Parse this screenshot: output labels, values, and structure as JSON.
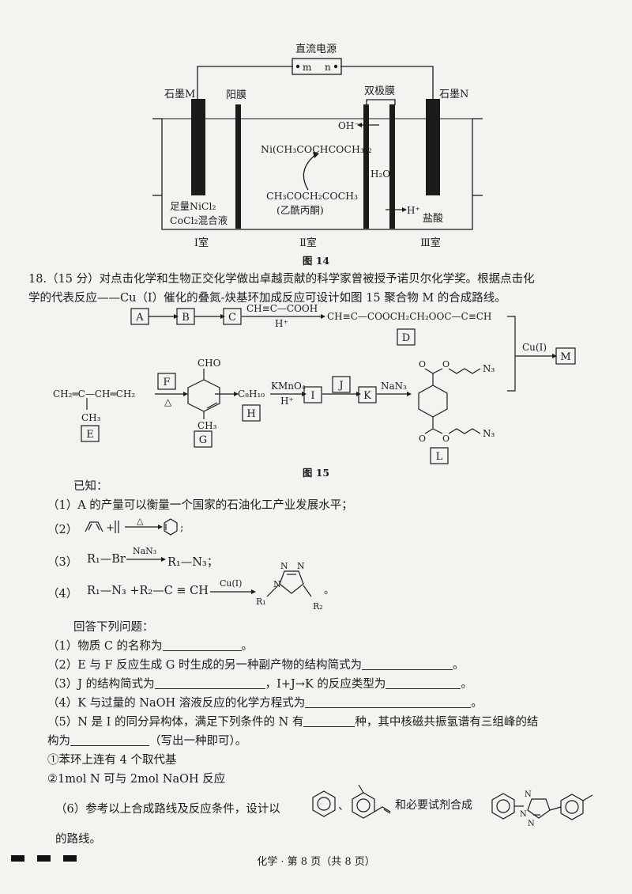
{
  "fig14": {
    "power_label": "直流电源",
    "terminal_m": "m",
    "terminal_n": "n",
    "electrode_m": "石墨M",
    "electrode_n": "石墨N",
    "anion_membrane": "阳膜",
    "bipolar_membrane": "双极膜",
    "oh_ion": "OH⁻",
    "h_ion": "H⁺",
    "water": "H₂O",
    "product": "Ni(CH₃COCHCOCH₃)₂",
    "reactant": "CH₃COCH₂COCH₃",
    "reactant_name": "(乙酰丙酮)",
    "left_solution_1": "足量NiCl₂",
    "left_solution_2": "CoCl₂混合液",
    "right_solution": "盐酸",
    "room1": "Ⅰ室",
    "room2": "Ⅱ室",
    "room3": "Ⅲ室",
    "caption": "图 14"
  },
  "q18": {
    "line1": "18.（15 分）对点击化学和生物正交化学做出卓越贡献的科学家曾被授予诺贝尔化学奖。根据点击化",
    "line2": "学的代表反应——Cu（I）催化的叠氮-炔基环加成反应可设计如图 15 聚合物 M 的合成路线。"
  },
  "fig15": {
    "A": "A",
    "B": "B",
    "C": "C",
    "D": "D",
    "E": "E",
    "F": "F",
    "G": "G",
    "H": "H",
    "I": "I",
    "J": "J",
    "K": "K",
    "L": "L",
    "M": "M",
    "reagent_acid": "CH≡C—COOH",
    "h_plus": "H⁺",
    "d_formula": "CH≡C—COOCH₂CH₂OOC—C≡CH",
    "cu_i": "Cu(I)",
    "e_formula_main": "CH₂═C—CH═CH₂",
    "e_formula_methyl": "CH₃",
    "heat": "△",
    "g_cho": "CHO",
    "g_ch3": "CH₃",
    "h_formula": "C₈H₁₀",
    "kmno4": "KMnO₄",
    "nan3": "NaN₃",
    "n3": "N₃",
    "caption": "图 15"
  },
  "known": {
    "header": "已知：",
    "k1": "（1）A 的产量可以衡量一个国家的石油化工产业发展水平；",
    "k2_label": "（2）",
    "k2_plus": "+",
    "k2_heat": "△",
    "k2_end": ";",
    "k3_label": "（3）",
    "k3_left": "R₁—Br",
    "k3_reagent": "NaN₃",
    "k3_right": "R₁—N₃；",
    "k4_label": "（4）",
    "k4_left": "R₁—N₃ +R₂—C ≡ CH",
    "k4_reagent": "Cu(I)",
    "k4_R1": "R₁",
    "k4_R2": "R₂",
    "k4_N": "N",
    "k4_end": "。"
  },
  "questions": {
    "header": "回答下列问题：",
    "q1a": "（1）物质 C 的名称为",
    "q1b": "。",
    "q2a": "（2）E 与 F 反应生成 G 时生成的另一种副产物的结构简式为",
    "q2b": "。",
    "q3a": "（3）J 的结构简式为",
    "q3b": "，I+J→K 的反应类型为",
    "q3c": "。",
    "q4a": "（4）K 与过量的 NaOH 溶液反应的化学方程式为",
    "q4b": "。",
    "q5a": "（5）N 是 I 的同分异构体，满足下列条件的 N 有",
    "q5b": "种，其中核磁共振氢谱有三组峰的结",
    "q5c": "构为",
    "q5d": "（写出一种即可）。",
    "c1": "①苯环上连有 4 个取代基",
    "c2": "②1mol N 可与 2mol NaOH 反应",
    "q6a": "（6）参考以上合成路线及反应条件，设计以",
    "q6sep": "、",
    "q6b": "和必要试剂合成",
    "q6c": "的路线。",
    "q6_N": "N"
  },
  "footer": "化学 · 第 8 页（共 8 页）"
}
